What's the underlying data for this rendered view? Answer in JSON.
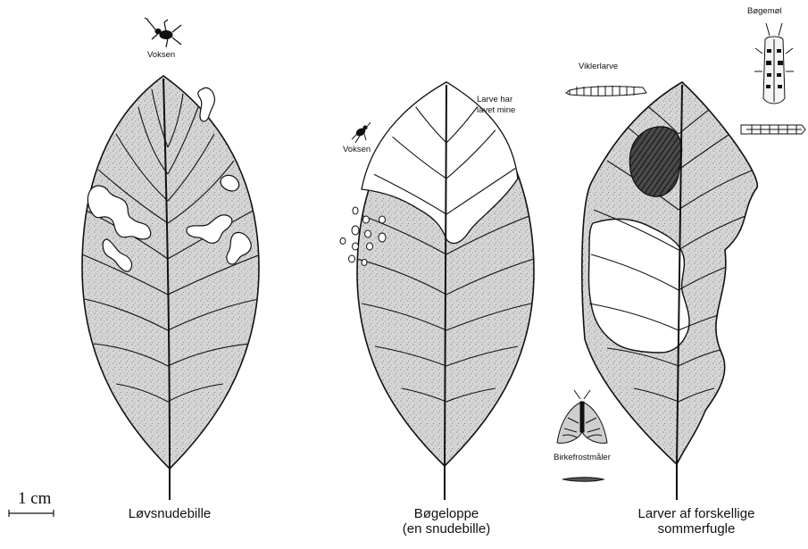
{
  "figure": {
    "panels": [
      {
        "caption_lines": [
          "Løvsnudebille"
        ],
        "annotations": [
          "Voksen"
        ]
      },
      {
        "caption_lines": [
          "Bøgeloppe",
          "(en snudebille)"
        ],
        "annotations": [
          "Voksen",
          "Larve har",
          "lavet mine"
        ]
      },
      {
        "caption_lines": [
          "Larver af forskellige",
          "sommerfugle"
        ],
        "annotations": [
          "Viklerlarve",
          "Bøgemøl",
          "Birkefrostmåler"
        ]
      }
    ],
    "scale_bar": "1 cm"
  }
}
